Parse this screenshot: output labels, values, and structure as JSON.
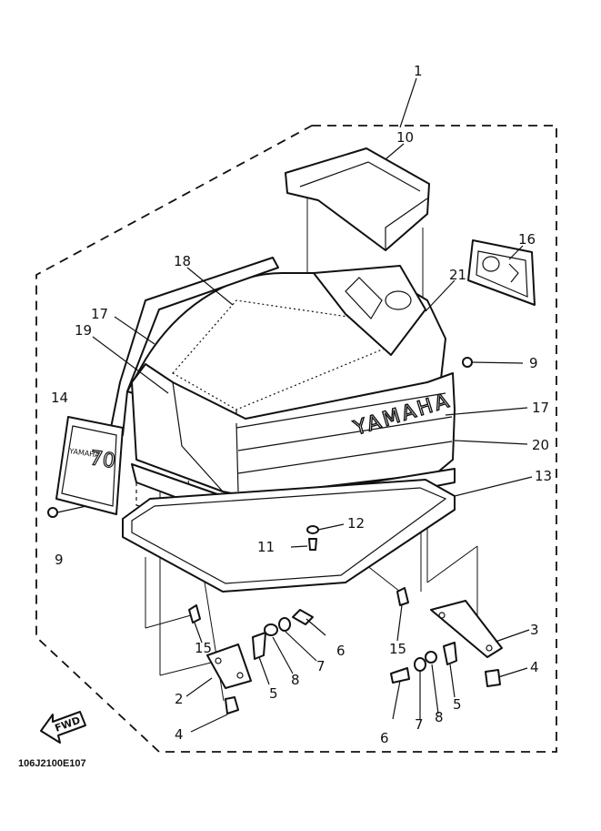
{
  "diagram": {
    "brand": "YAMAHA",
    "decal_brand": "YAMAHA",
    "decal_model": "70",
    "fwd": "FWD",
    "drawing_code": "106J2100E107"
  },
  "callouts": {
    "c1": "1",
    "c10": "10",
    "c16": "16",
    "c21": "21",
    "c18": "18",
    "c17a": "17",
    "c19": "19",
    "c14": "14",
    "c9a": "9",
    "c9b": "9",
    "c17b": "17",
    "c20": "20",
    "c13": "13",
    "c12": "12",
    "c11": "11",
    "c15a": "15",
    "c15b": "15",
    "c2": "2",
    "c5a": "5",
    "c8a": "8",
    "c7a": "7",
    "c6a": "6",
    "c3": "3",
    "c4a": "4",
    "c4b": "4",
    "c6b": "6",
    "c7b": "7",
    "c8b": "8",
    "c5b": "5"
  }
}
